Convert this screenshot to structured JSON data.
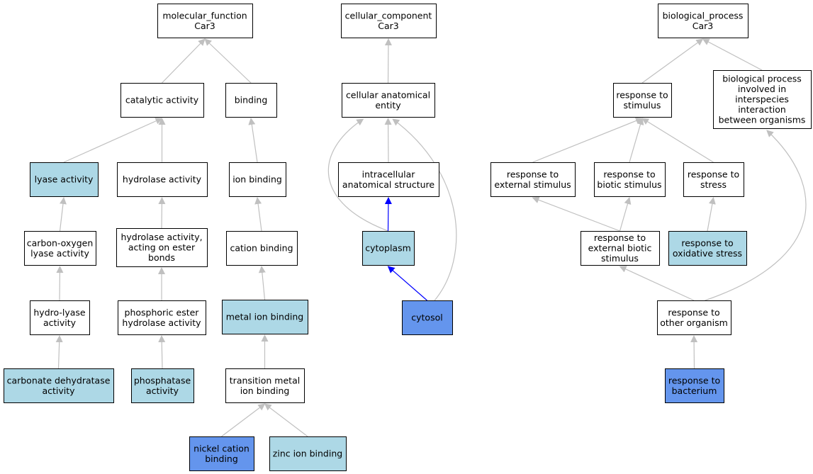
{
  "colors": {
    "plain": "#ffffff",
    "light": "#add8e6",
    "dark": "#6495ed",
    "edge_gray": "#c0c0c0",
    "edge_blue": "#0000ff"
  },
  "nodes": [
    {
      "id": "mf",
      "lines": [
        "molecular_function",
        "Car3"
      ],
      "fill": "plain"
    },
    {
      "id": "cat",
      "lines": [
        "catalytic activity"
      ],
      "fill": "plain"
    },
    {
      "id": "bind",
      "lines": [
        "binding"
      ],
      "fill": "plain"
    },
    {
      "id": "lyase",
      "lines": [
        "lyase activity"
      ],
      "fill": "light"
    },
    {
      "id": "hydro",
      "lines": [
        "hydrolase activity"
      ],
      "fill": "plain"
    },
    {
      "id": "ionb",
      "lines": [
        "ion binding"
      ],
      "fill": "plain"
    },
    {
      "id": "col",
      "lines": [
        "carbon-oxygen",
        "lyase activity"
      ],
      "fill": "plain"
    },
    {
      "id": "hydest",
      "lines": [
        "hydrolase activity,",
        "acting on ester",
        "bonds"
      ],
      "fill": "plain"
    },
    {
      "id": "cationb",
      "lines": [
        "cation binding"
      ],
      "fill": "plain"
    },
    {
      "id": "hlyase",
      "lines": [
        "hydro-lyase",
        "activity"
      ],
      "fill": "plain"
    },
    {
      "id": "phosest",
      "lines": [
        "phosphoric ester",
        "hydrolase activity"
      ],
      "fill": "plain"
    },
    {
      "id": "metalb",
      "lines": [
        "metal ion binding"
      ],
      "fill": "light"
    },
    {
      "id": "carbdeh",
      "lines": [
        "carbonate dehydratase",
        "activity"
      ],
      "fill": "light"
    },
    {
      "id": "phosph",
      "lines": [
        "phosphatase",
        "activity"
      ],
      "fill": "light"
    },
    {
      "id": "transb",
      "lines": [
        "transition metal",
        "ion binding"
      ],
      "fill": "plain"
    },
    {
      "id": "nickel",
      "lines": [
        "nickel cation",
        "binding"
      ],
      "fill": "dark"
    },
    {
      "id": "zinc",
      "lines": [
        "zinc ion binding"
      ],
      "fill": "light"
    },
    {
      "id": "cc",
      "lines": [
        "cellular_component",
        "Car3"
      ],
      "fill": "plain"
    },
    {
      "id": "cae",
      "lines": [
        "cellular anatomical",
        "entity"
      ],
      "fill": "plain"
    },
    {
      "id": "ias",
      "lines": [
        "intracellular",
        "anatomical structure"
      ],
      "fill": "plain"
    },
    {
      "id": "cyto",
      "lines": [
        "cytoplasm"
      ],
      "fill": "light"
    },
    {
      "id": "cytosol",
      "lines": [
        "cytosol"
      ],
      "fill": "dark"
    },
    {
      "id": "bp",
      "lines": [
        "biological_process",
        "Car3"
      ],
      "fill": "plain"
    },
    {
      "id": "rstim",
      "lines": [
        "response to",
        "stimulus"
      ],
      "fill": "plain"
    },
    {
      "id": "bpinter",
      "lines": [
        "biological process",
        "involved in",
        "interspecies",
        "interaction",
        "between organisms"
      ],
      "fill": "plain"
    },
    {
      "id": "rext",
      "lines": [
        "response to",
        "external stimulus"
      ],
      "fill": "plain"
    },
    {
      "id": "rbio",
      "lines": [
        "response to",
        "biotic stimulus"
      ],
      "fill": "plain"
    },
    {
      "id": "rstress",
      "lines": [
        "response to",
        "stress"
      ],
      "fill": "plain"
    },
    {
      "id": "rextbio",
      "lines": [
        "response to",
        "external biotic",
        "stimulus"
      ],
      "fill": "plain"
    },
    {
      "id": "roxid",
      "lines": [
        "response to",
        "oxidative stress"
      ],
      "fill": "light"
    },
    {
      "id": "rother",
      "lines": [
        "response to",
        "other organism"
      ],
      "fill": "plain"
    },
    {
      "id": "rbact",
      "lines": [
        "response to",
        "bacterium"
      ],
      "fill": "dark"
    }
  ],
  "edges": [
    {
      "from": "cat",
      "to": "mf",
      "color": "edge_gray"
    },
    {
      "from": "bind",
      "to": "mf",
      "color": "edge_gray"
    },
    {
      "from": "lyase",
      "to": "cat",
      "color": "edge_gray"
    },
    {
      "from": "hydro",
      "to": "cat",
      "color": "edge_gray"
    },
    {
      "from": "ionb",
      "to": "bind",
      "color": "edge_gray"
    },
    {
      "from": "col",
      "to": "lyase",
      "color": "edge_gray"
    },
    {
      "from": "hydest",
      "to": "hydro",
      "color": "edge_gray"
    },
    {
      "from": "cationb",
      "to": "ionb",
      "color": "edge_gray"
    },
    {
      "from": "hlyase",
      "to": "col",
      "color": "edge_gray"
    },
    {
      "from": "phosest",
      "to": "hydest",
      "color": "edge_gray"
    },
    {
      "from": "metalb",
      "to": "cationb",
      "color": "edge_gray"
    },
    {
      "from": "carbdeh",
      "to": "hlyase",
      "color": "edge_gray"
    },
    {
      "from": "phosph",
      "to": "phosest",
      "color": "edge_gray"
    },
    {
      "from": "transb",
      "to": "metalb",
      "color": "edge_gray"
    },
    {
      "from": "nickel",
      "to": "transb",
      "color": "edge_gray"
    },
    {
      "from": "zinc",
      "to": "transb",
      "color": "edge_gray"
    },
    {
      "from": "cae",
      "to": "cc",
      "color": "edge_gray"
    },
    {
      "from": "ias",
      "to": "cae",
      "color": "edge_gray"
    },
    {
      "from": "cyto",
      "to": "cae",
      "color": "edge_gray",
      "route": "curve-left"
    },
    {
      "from": "cytosol",
      "to": "cae",
      "color": "edge_gray",
      "route": "curve-right"
    },
    {
      "from": "cyto",
      "to": "ias",
      "color": "edge_blue"
    },
    {
      "from": "cytosol",
      "to": "cyto",
      "color": "edge_blue"
    },
    {
      "from": "rstim",
      "to": "bp",
      "color": "edge_gray"
    },
    {
      "from": "bpinter",
      "to": "bp",
      "color": "edge_gray"
    },
    {
      "from": "rext",
      "to": "rstim",
      "color": "edge_gray"
    },
    {
      "from": "rbio",
      "to": "rstim",
      "color": "edge_gray"
    },
    {
      "from": "rstress",
      "to": "rstim",
      "color": "edge_gray"
    },
    {
      "from": "rextbio",
      "to": "rext",
      "color": "edge_gray"
    },
    {
      "from": "rextbio",
      "to": "rbio",
      "color": "edge_gray"
    },
    {
      "from": "roxid",
      "to": "rstress",
      "color": "edge_gray"
    },
    {
      "from": "rother",
      "to": "rextbio",
      "color": "edge_gray"
    },
    {
      "from": "rother",
      "to": "bpinter",
      "color": "edge_gray",
      "route": "curve-right"
    },
    {
      "from": "rbact",
      "to": "rother",
      "color": "edge_gray"
    }
  ]
}
